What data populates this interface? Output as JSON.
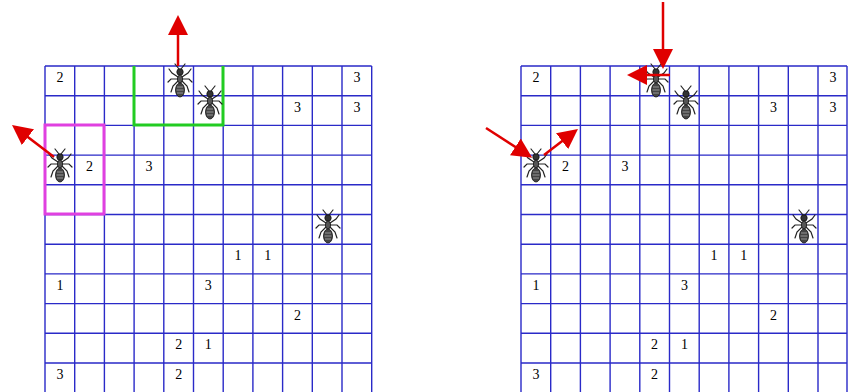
{
  "diagram": {
    "labels": [
      "2",
      "3",
      "3",
      "3",
      "2",
      "3",
      "1",
      "1",
      "1",
      "3",
      "2",
      "2",
      "1",
      "3",
      "2",
      "2",
      "3",
      "3",
      "3",
      "2",
      "3",
      "1",
      "1",
      "1",
      "3",
      "2",
      "2",
      "1",
      "3",
      "2"
    ]
  }
}
